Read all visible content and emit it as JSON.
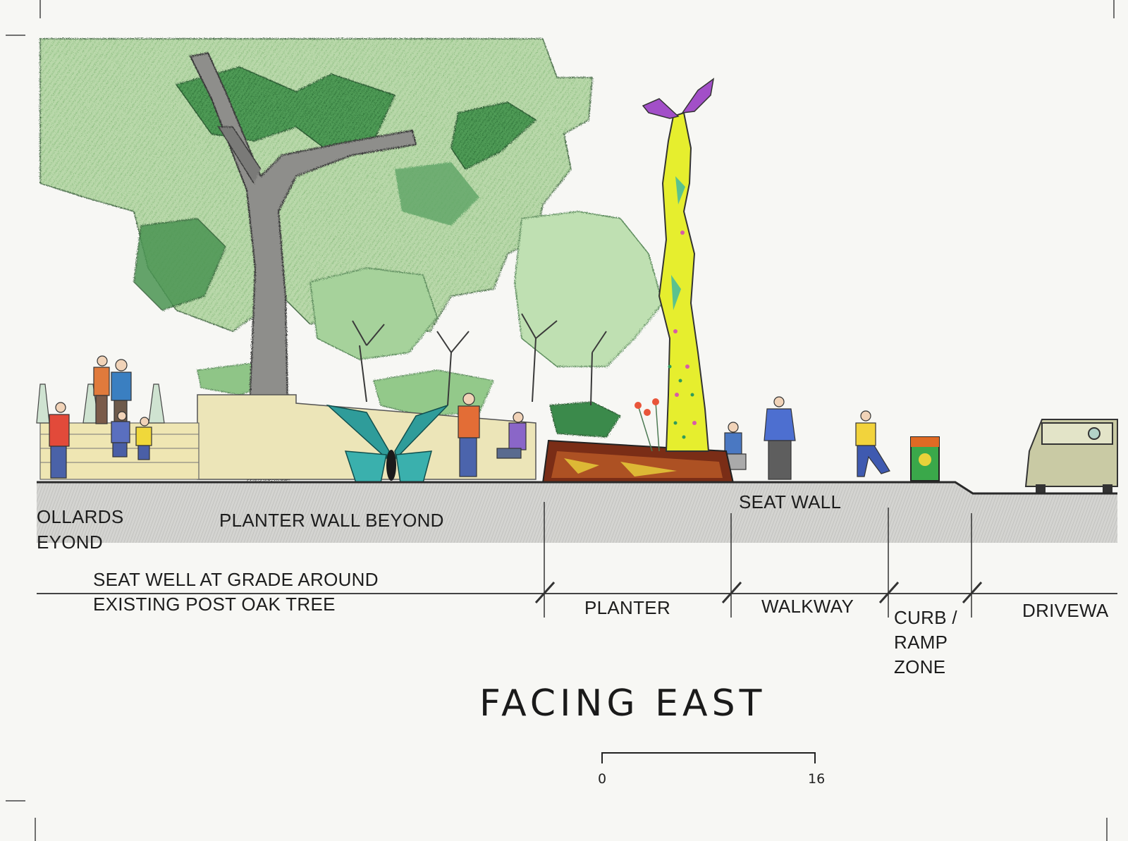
{
  "labels": {
    "bollards_line1": "OLLARDS",
    "bollards_line2": "EYOND",
    "planter_wall": "PLANTER WALL BEYOND",
    "seat_wall": "SEAT WALL",
    "seat_well_line1": "SEAT WELL AT GRADE AROUND",
    "seat_well_line2": "EXISTING POST OAK TREE",
    "planter": "PLANTER",
    "walkway": "WALKWAY",
    "curb_line1": "CURB /",
    "curb_line2": "RAMP",
    "curb_line3": "ZONE",
    "driveway": "DRIVEWA"
  },
  "title": "FACING EAST",
  "scale": {
    "start": "0",
    "end": "16"
  },
  "colors": {
    "foliage_light": "#a9cf9c",
    "foliage_dark": "#3f8a48",
    "trunk": "#8c8c8a",
    "sculpture": "#e6ee2e",
    "sculpture_wings": "#a24fc8",
    "butterfly_bench": "#2f9c9a",
    "ground": "#c9c9c6",
    "ink": "#1d1d1d"
  }
}
